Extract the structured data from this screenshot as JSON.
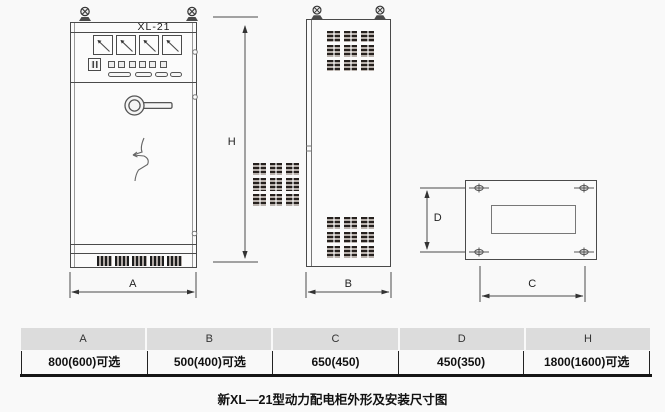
{
  "drawing": {
    "model_label": "XL-21",
    "caption": "新XL—21型动力配电柜外形及安装尺寸图",
    "dim_labels": {
      "a": "A",
      "b": "B",
      "c": "C",
      "d": "D",
      "h": "H"
    }
  },
  "dimensions_table": {
    "columns": [
      "A",
      "B",
      "C",
      "D",
      "H"
    ],
    "values": [
      "800(600)可选",
      "500(400)可选",
      "650(450)",
      "450(350)",
      "1800(1600)可选"
    ]
  },
  "colors": {
    "background": "#f9f9f9",
    "line": "#4a4a4a",
    "louver_dark": "#26211e",
    "table_header_bg": "#dcdcdc",
    "text": "#1a1a1a"
  }
}
